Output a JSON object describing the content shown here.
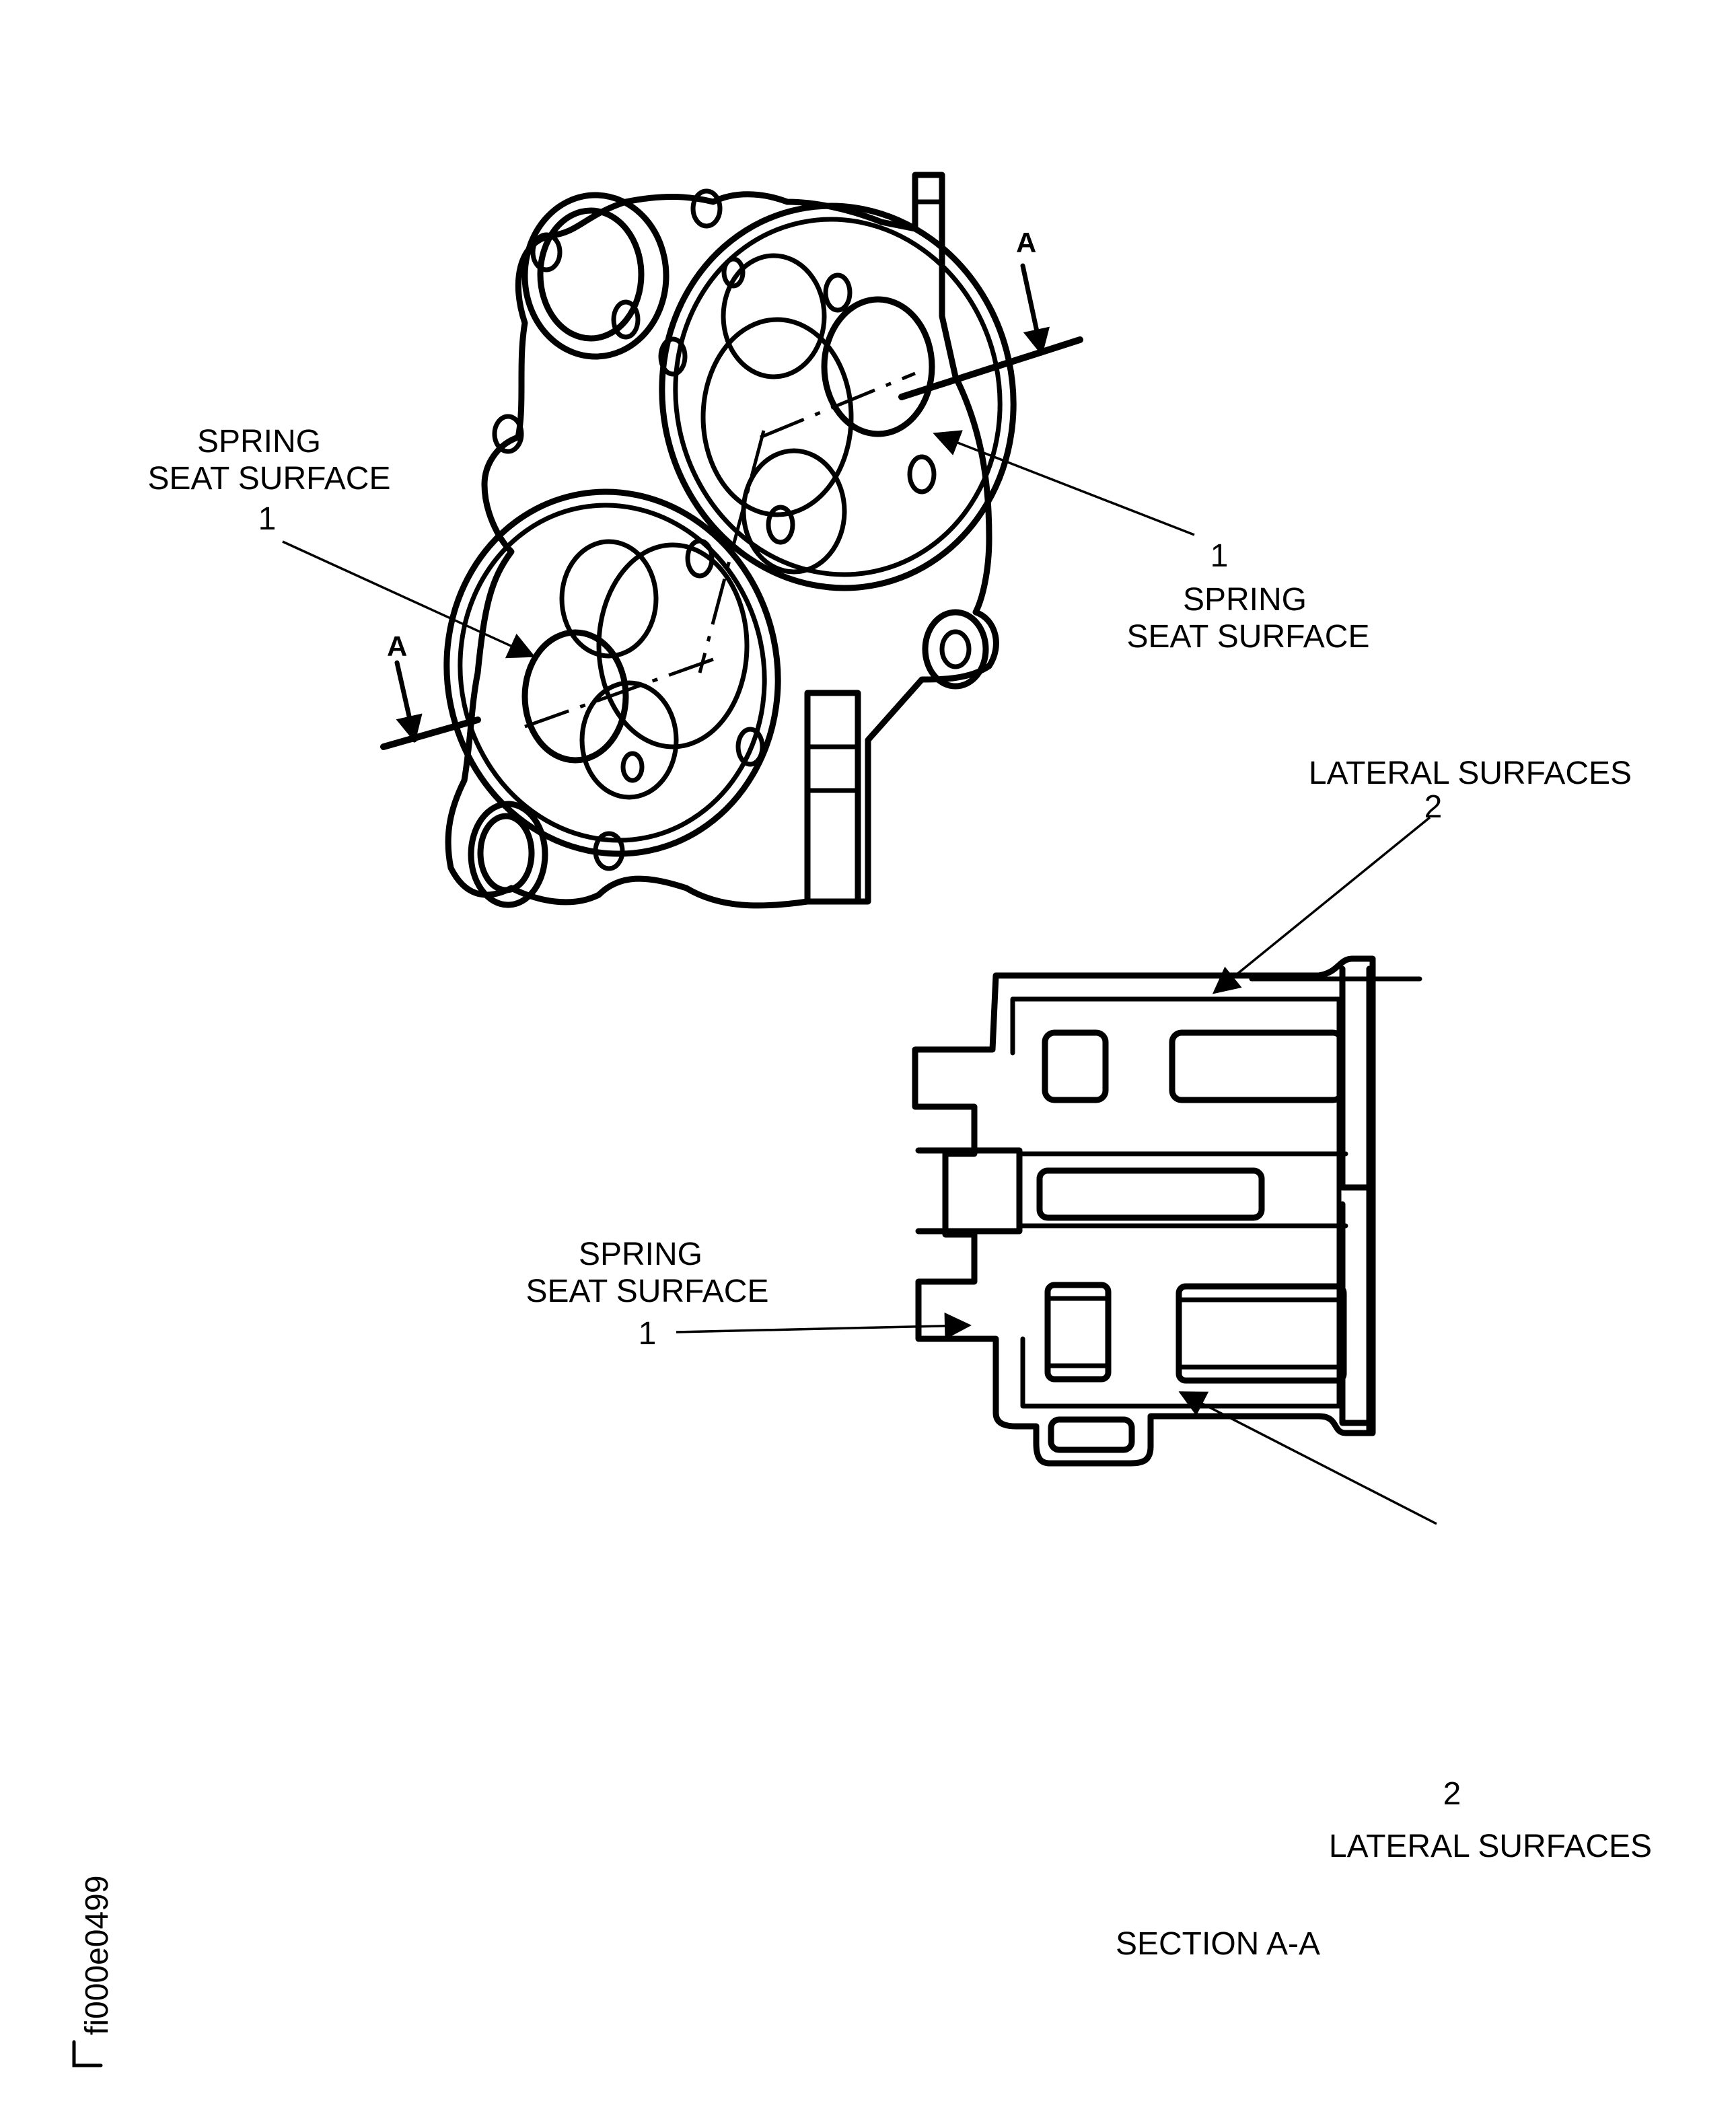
{
  "figure": {
    "id": "fi000e0499",
    "section_title": "SECTION A-A",
    "cut_plane_letter": "A",
    "callouts": [
      {
        "number": "1",
        "label_line1": "SPRING",
        "label_line2": "SEAT SURFACE",
        "view": "top-view",
        "side": "left"
      },
      {
        "number": "1",
        "label_line1": "SPRING",
        "label_line2": "SEAT SURFACE",
        "view": "top-view",
        "side": "right"
      },
      {
        "number": "1",
        "label_line1": "SPRING",
        "label_line2": "SEAT SURFACE",
        "view": "section-view",
        "side": "left"
      },
      {
        "number": "2",
        "label": "LATERAL SURFACES",
        "view": "section-view",
        "side": "top"
      },
      {
        "number": "2",
        "label": "LATERAL SURFACES",
        "view": "section-view",
        "side": "bottom"
      }
    ]
  }
}
